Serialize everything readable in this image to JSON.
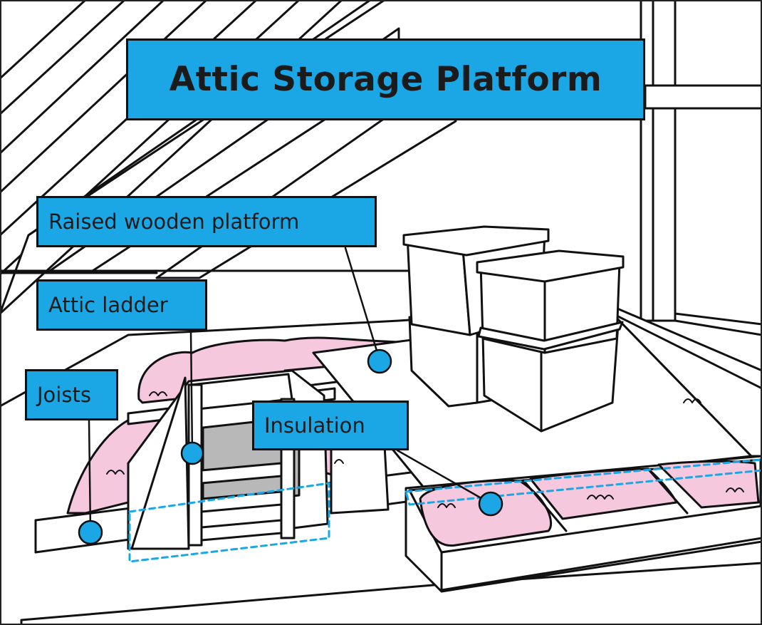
{
  "title": "Attic Storage Platform",
  "labels": {
    "platform": "Raised wooden platform",
    "ladder": "Attic ladder",
    "joists": "Joists",
    "insulation": "Insulation"
  },
  "colors": {
    "accent_blue": "#1ba7e6",
    "insulation_pink": "#f5c8de",
    "outline": "#111111",
    "shadow_gray": "#b8b8b8"
  }
}
